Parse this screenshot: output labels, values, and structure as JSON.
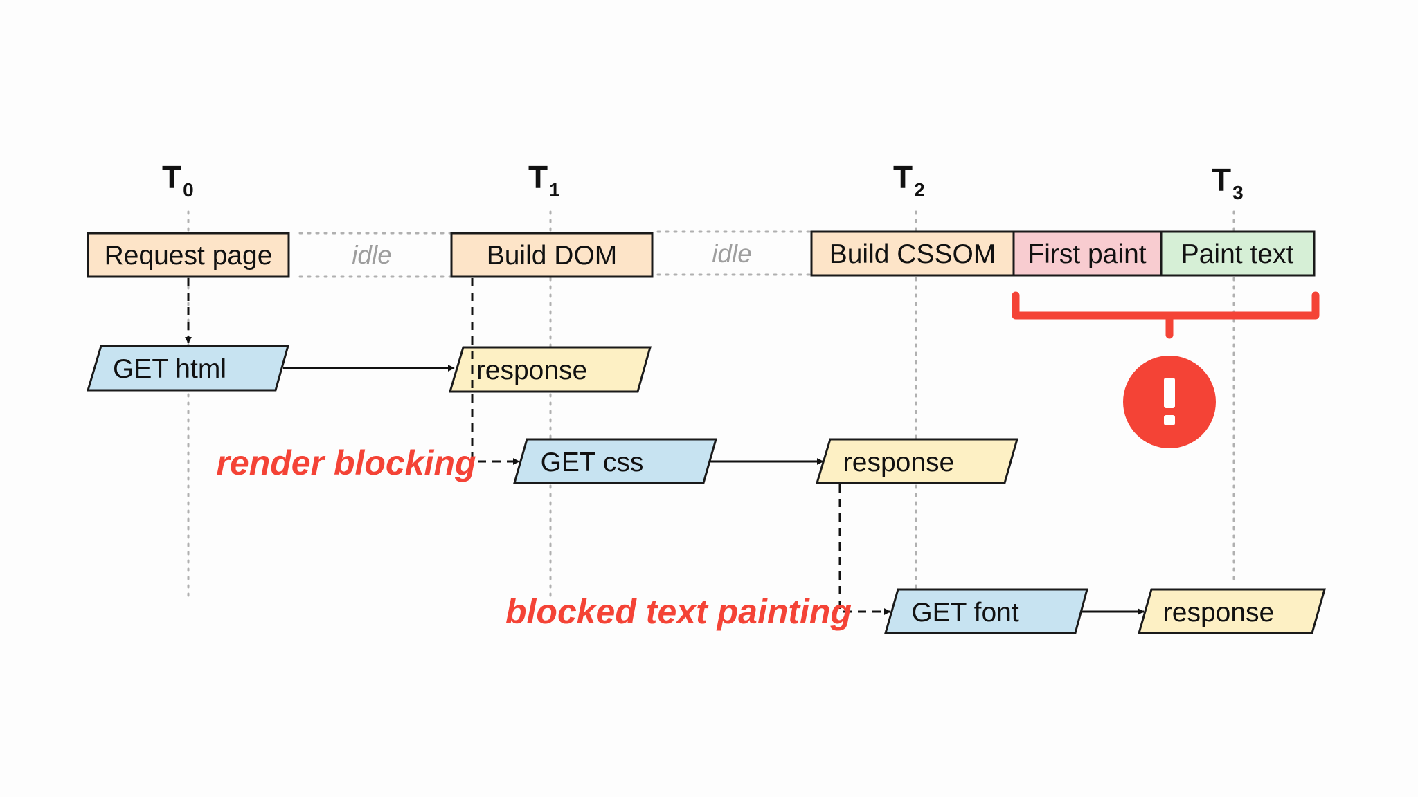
{
  "timeline": {
    "markers": [
      {
        "main": "T",
        "sub": "0"
      },
      {
        "main": "T",
        "sub": "1"
      },
      {
        "main": "T",
        "sub": "2"
      },
      {
        "main": "T",
        "sub": "3"
      }
    ]
  },
  "pipeline": {
    "request_page": "Request page",
    "idle_1": "idle",
    "build_dom": "Build DOM",
    "idle_2": "idle",
    "build_cssom": "Build CSSOM",
    "first_paint": "First paint",
    "paint_text": "Paint text"
  },
  "network": {
    "get_html": "GET html",
    "response_html": "response",
    "get_css": "GET css",
    "response_css": "response",
    "get_font": "GET font",
    "response_font": "response"
  },
  "annotations": {
    "render_blocking": "render blocking",
    "blocked_text_painting": "blocked text painting",
    "alert_symbol": "!"
  },
  "colors": {
    "orange_box": "#fde4c8",
    "pink_box": "#f8ccd0",
    "green_box": "#d6efd6",
    "blue_box": "#c7e3f1",
    "yellow_box": "#fdf0c4",
    "warning_red": "#f44336"
  },
  "icons": {
    "alert": "exclamation-circle-icon"
  }
}
